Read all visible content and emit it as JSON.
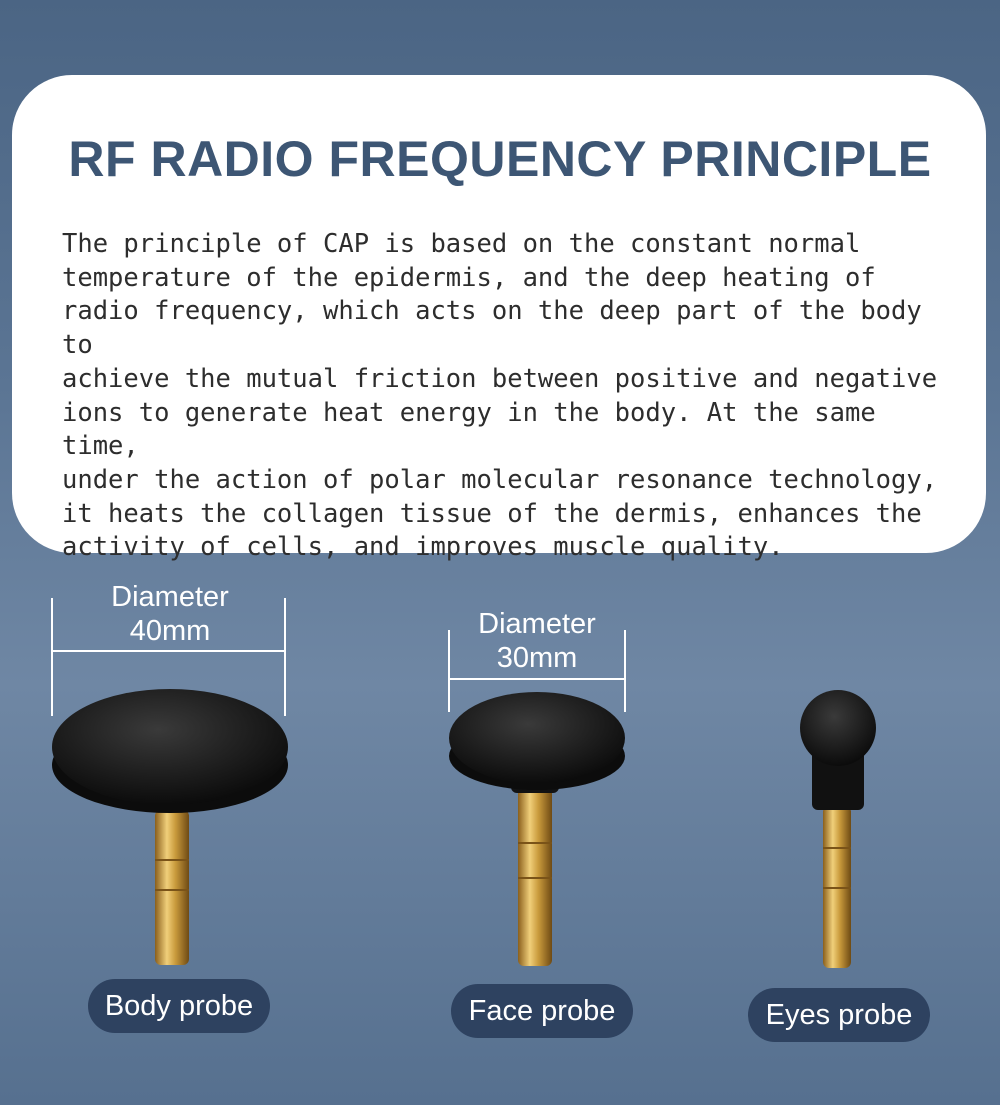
{
  "title": "RF RADIO FREQUENCY PRINCIPLE",
  "description": "The principle of CAP is based on the constant normal\ntemperature of the epidermis, and the deep heating of\nradio frequency, which acts on the deep part of the body to\nachieve the mutual friction between positive and negative\nions to generate heat energy in the body. At the same time,\nunder the action of polar molecular resonance technology,\nit heats the collagen tissue of the dermis, enhances the\nactivity of cells, and improves muscle quality.",
  "probes": [
    {
      "label": "Body probe",
      "diameter_line1": "Diameter",
      "diameter_line2": "40mm"
    },
    {
      "label": "Face probe",
      "diameter_line1": "Diameter",
      "diameter_line2": "30mm"
    },
    {
      "label": "Eyes probe"
    }
  ],
  "colors": {
    "title": "#3d5674",
    "pill": "#2e4260",
    "probe_head": "#141414",
    "probe_pin": "#c99a3c"
  }
}
